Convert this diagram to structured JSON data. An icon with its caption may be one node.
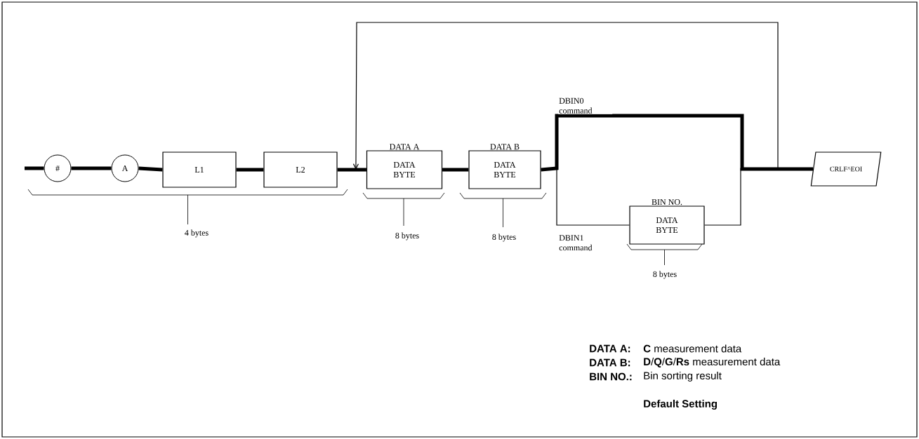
{
  "diagram": {
    "nodes": [
      {
        "text": [
          "#"
        ]
      },
      {
        "text": [
          "A"
        ]
      },
      {
        "text": [
          "L1"
        ]
      },
      {
        "text": [
          "L2"
        ]
      },
      {
        "text": [
          "DATA A",
          "DATA BYTE"
        ]
      },
      {
        "text": [
          "DATA B",
          "DATA BYTE"
        ]
      },
      {
        "text": [
          "BIN NO.",
          "DATA BYTE"
        ]
      },
      {
        "text": [
          "CRLF^EOI"
        ]
      }
    ],
    "edges": [
      {
        "from": null,
        "to": 0,
        "arrow": "none"
      },
      {
        "from": 0,
        "to": 1,
        "arrow": "none"
      },
      {
        "from": 1,
        "to": 2,
        "arrow": "none"
      },
      {
        "from": 2,
        "to": 3,
        "arrow": "none"
      },
      {
        "from": 3,
        "to": 4,
        "arrow": "none"
      },
      {
        "from": 4,
        "to": 5,
        "arrow": "none"
      },
      {
        "from": 5,
        "to": 7,
        "arrow": "none",
        "label": "DBIN0 command"
      },
      {
        "from": 5,
        "to": 6,
        "arrow": "none",
        "label": "DBIN1 command"
      },
      {
        "from": 6,
        "to": 7,
        "arrow": "none"
      },
      {
        "from": 7,
        "to": 4,
        "arrow": "to"
      }
    ],
    "labels": [
      "4 bytes",
      "8 bytes",
      "8 bytes",
      "8 bytes",
      "DATA A:",
      "**C** measurement data",
      "DATA B:",
      "**D**/**Q**/**G**/**Rs** measurement data",
      "BIN NO.:",
      "Bin sorting result",
      "Default Setting"
    ]
  }
}
